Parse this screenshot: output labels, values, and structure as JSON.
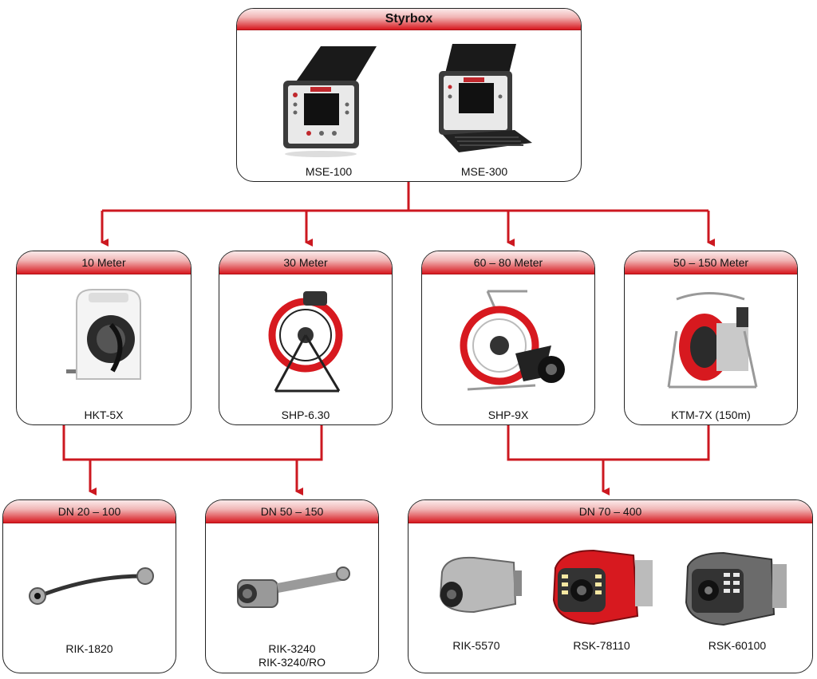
{
  "top": {
    "title": "Styrbox",
    "items": [
      {
        "label": "MSE-100"
      },
      {
        "label": "MSE-300"
      }
    ]
  },
  "mid": [
    {
      "title": "10 Meter",
      "label": "HKT-5X"
    },
    {
      "title": "30 Meter",
      "label": "SHP-6.30"
    },
    {
      "title": "60 – 80 Meter",
      "label": "SHP-9X"
    },
    {
      "title": "50 – 150 Meter",
      "label": "KTM-7X (150m)"
    }
  ],
  "bottom": [
    {
      "title": "DN 20 – 100",
      "labels": [
        "RIK-1820"
      ]
    },
    {
      "title": "DN 50 – 150",
      "labels": [
        "RIK-3240",
        "RIK-3240/RO"
      ]
    },
    {
      "title": "DN 70 – 400",
      "labels": [
        "RIK-5570",
        "RSK-78110",
        "RSK-60100"
      ]
    }
  ],
  "colors": {
    "accent": "#d7191f",
    "line": "#cc1820"
  }
}
